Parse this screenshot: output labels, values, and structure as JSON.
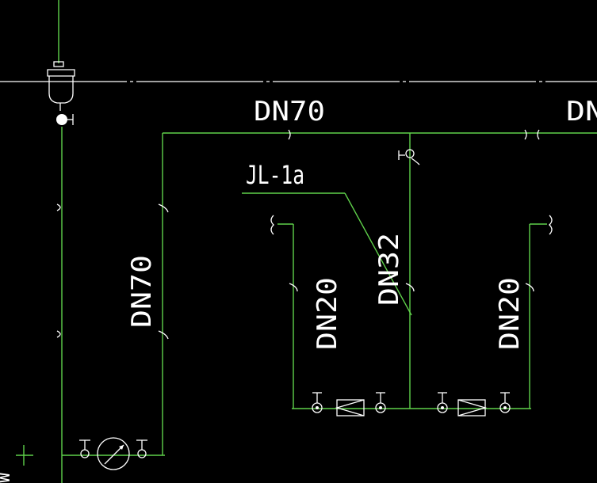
{
  "labels": {
    "top_main": "DN70",
    "top_right_partial": "DN",
    "riser_tag": "JL-1a",
    "left_vertical": "DN70",
    "branch_left": "DN20",
    "branch_center": "DN32",
    "branch_right": "DN20",
    "left_edge_partial": "W"
  },
  "colors": {
    "background": "#000000",
    "pipe": "#5fd14a",
    "symbol": "#ffffff"
  },
  "icons": {
    "air_vent": "air-vent-icon",
    "gate_valve": "gate-valve-icon",
    "check_valve": "check-valve-icon",
    "meter": "flow-meter-icon",
    "pressure_gauge": "pressure-gauge-icon"
  }
}
